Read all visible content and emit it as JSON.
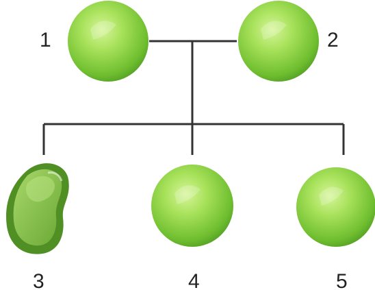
{
  "diagram": {
    "parents": [
      {
        "label": "1",
        "shape": "round-pea"
      },
      {
        "label": "2",
        "shape": "round-pea"
      }
    ],
    "offspring": [
      {
        "label": "3",
        "shape": "wrinkled-pea"
      },
      {
        "label": "4",
        "shape": "round-pea"
      },
      {
        "label": "5",
        "shape": "round-pea"
      }
    ]
  },
  "colors": {
    "pea_light": "#c8ef86",
    "pea_mid": "#86cf3c",
    "pea_dark": "#4f9a22",
    "bean_dark": "#4f8f23",
    "bean_light": "#9bd05a",
    "line": "#333333"
  }
}
